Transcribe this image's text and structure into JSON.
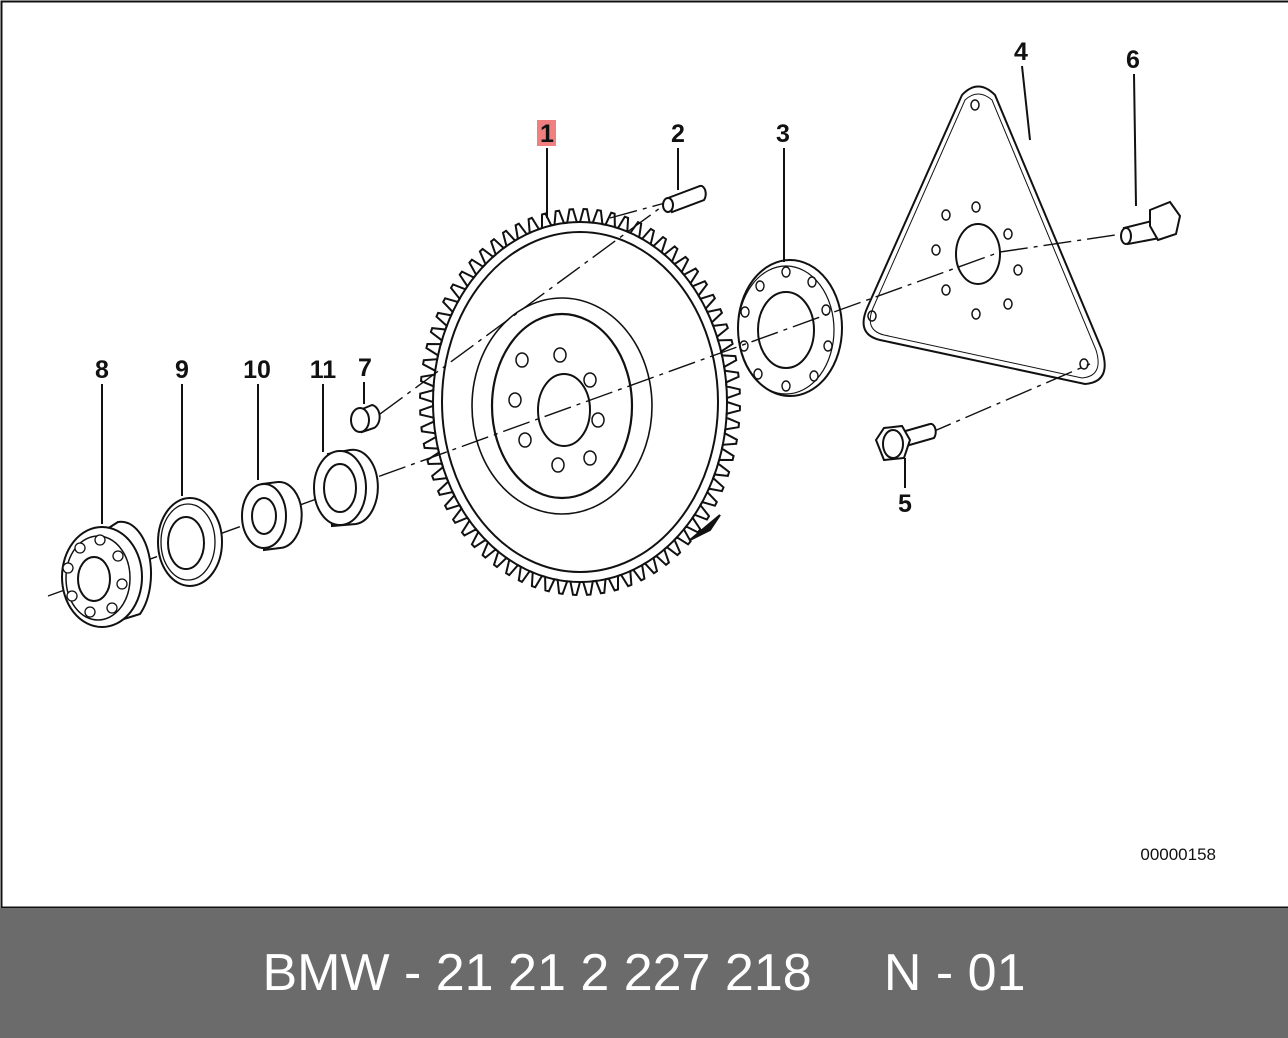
{
  "callouts": {
    "c1": "1",
    "c2": "2",
    "c3": "3",
    "c4": "4",
    "c5": "5",
    "c6": "6",
    "c7": "7",
    "c8": "8",
    "c9": "9",
    "c10": "10",
    "c11": "11"
  },
  "highlighted_callout": "1",
  "highlight_color": "#f08080",
  "diagram_reference": "00000158",
  "footer": {
    "part_number_label": "BMW - 21 21 2 227 218     N - 01"
  },
  "colors": {
    "footer_background": "#6b6b6b",
    "footer_text": "#ffffff",
    "line": "#111111"
  }
}
